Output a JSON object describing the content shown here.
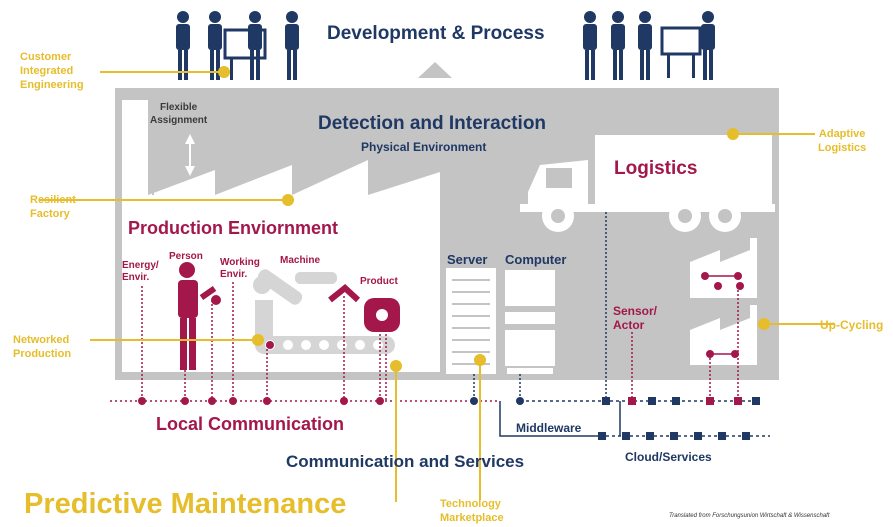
{
  "top_title": "Development & Process",
  "detection_title": "Detection and Interaction",
  "physical_env": "Physical Environment",
  "flexible_assignment": "Flexible\nAssignment",
  "logistics": "Logistics",
  "production_env": "Production Enviornment",
  "labels": {
    "energy": "Energy/\nEnvir.",
    "person": "Person",
    "working": "Working\nEnvir.",
    "machine": "Machine",
    "product": "Product",
    "server": "Server",
    "computer": "Computer",
    "sensor": "Sensor/\nActor"
  },
  "callouts": {
    "customer_integrated": "Customer\nIntegrated\nEngineering",
    "resilient_factory": "Resilient\nFactory",
    "networked_production": "Networked\nProduction",
    "adaptive_logistics": "Adaptive\nLogistics",
    "up_cycling": "Up-Cycling",
    "technology_marketplace": "Technology\nMarketplace"
  },
  "local_comm": "Local Communication",
  "middleware": "Middleware",
  "comm_services": "Communication and Services",
  "cloud_services": "Cloud/Services",
  "predictive_maintenance": "Predictive Maintenance",
  "footer": "Translated from Forschungsunion Wirtschaft & Wissenschaft",
  "colors": {
    "navy": "#1f3864",
    "crimson": "#a3174a",
    "gold": "#e6bd2b",
    "gray": "#bfbfbf"
  }
}
